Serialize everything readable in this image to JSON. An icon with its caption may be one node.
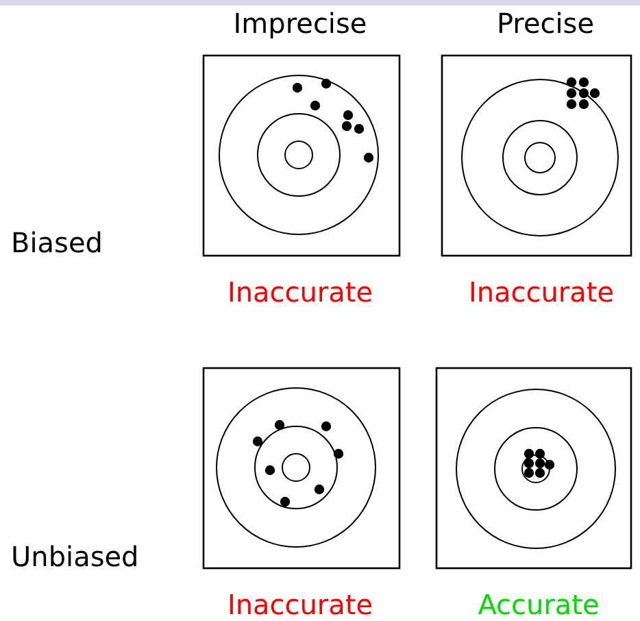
{
  "diagram": {
    "labels": [
      "Imprecise",
      "Precise",
      "Biased",
      "Inaccurate",
      "Inaccurate",
      "Unbiased",
      "Inaccurate",
      "Accurate"
    ]
  }
}
